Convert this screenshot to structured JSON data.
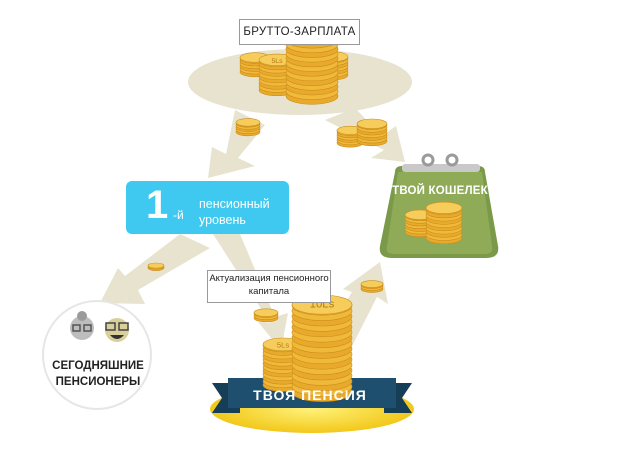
{
  "gross_salary": {
    "label": "БРУТТО-ЗАРПЛАТА"
  },
  "pension_pillar": {
    "number": "1",
    "suffix": "-й",
    "line1": "пенсионный",
    "line2": "уровень"
  },
  "wallet": {
    "label": "ТВОЙ КОШЕЛЕК"
  },
  "current_retirees": {
    "label": "СЕГОДНЯШНИЕ ПЕНСИОНЕРЫ"
  },
  "indexation": {
    "label": "Актуализация пенсионного капитала"
  },
  "pension": {
    "label": "ТВОЯ ПЕНСИЯ"
  },
  "coin_labels": {
    "five": "5Ls",
    "ten": "10Ls"
  },
  "colors": {
    "arrow": "#e8e3cf",
    "coin": "#f0b93a",
    "coin_edge": "#c98d1c",
    "pillar": "#3fc8f0",
    "wallet": "#7a9a4a",
    "ribbon": "#1e4f6e",
    "gold_base": "#f5dc2a"
  }
}
